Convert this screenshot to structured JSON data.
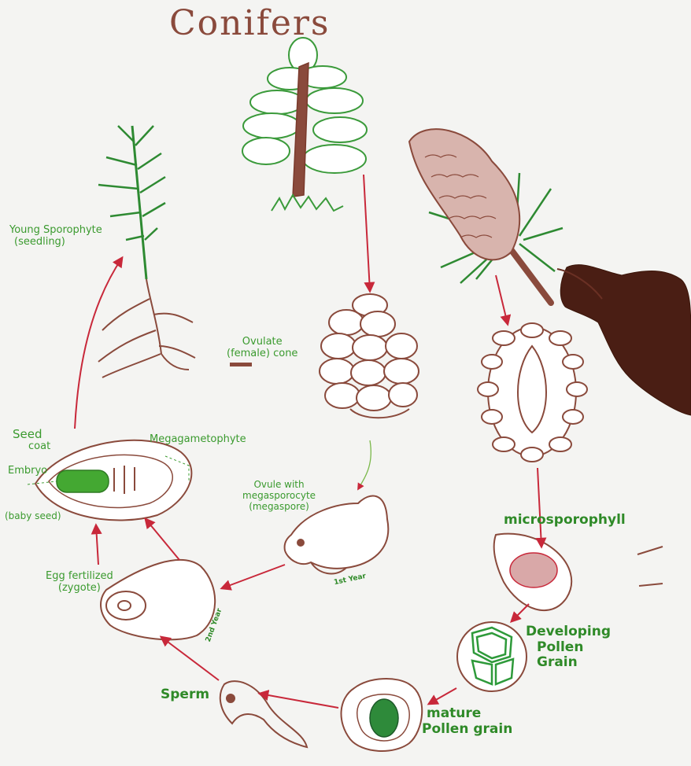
{
  "title": "Conifers",
  "labels": {
    "young_sporophyte_line1": "Young Sporophyte",
    "young_sporophyte_line2": "(seedling)",
    "ovulate_line1": "Ovulate",
    "ovulate_line2": "(female) cone",
    "seed_line1": "Seed",
    "seed_line2": "coat",
    "megagametophyte": "Megagametophyte",
    "embryo": "Embryo",
    "baby_seed": "(baby seed)",
    "ovule_line1": "Ovule with",
    "ovule_line2": "megasporocyte",
    "ovule_line3": "(megaspore)",
    "first_year": "1st Year",
    "second_year": "2nd Year",
    "egg_line1": "Egg fertilized",
    "egg_line2": "(zygote)",
    "microsporophyll": "microsporophyll",
    "developing_line1": "Developing",
    "developing_line2": "Pollen",
    "developing_line3": "Grain",
    "mature_line1": "mature",
    "mature_line2": "Pollen grain",
    "sperm": "Sperm"
  },
  "colors": {
    "outline": "#8a4a3c",
    "arrow": "#c8283a",
    "label": "#3a9a2e",
    "leaf": "#2e8a32"
  }
}
